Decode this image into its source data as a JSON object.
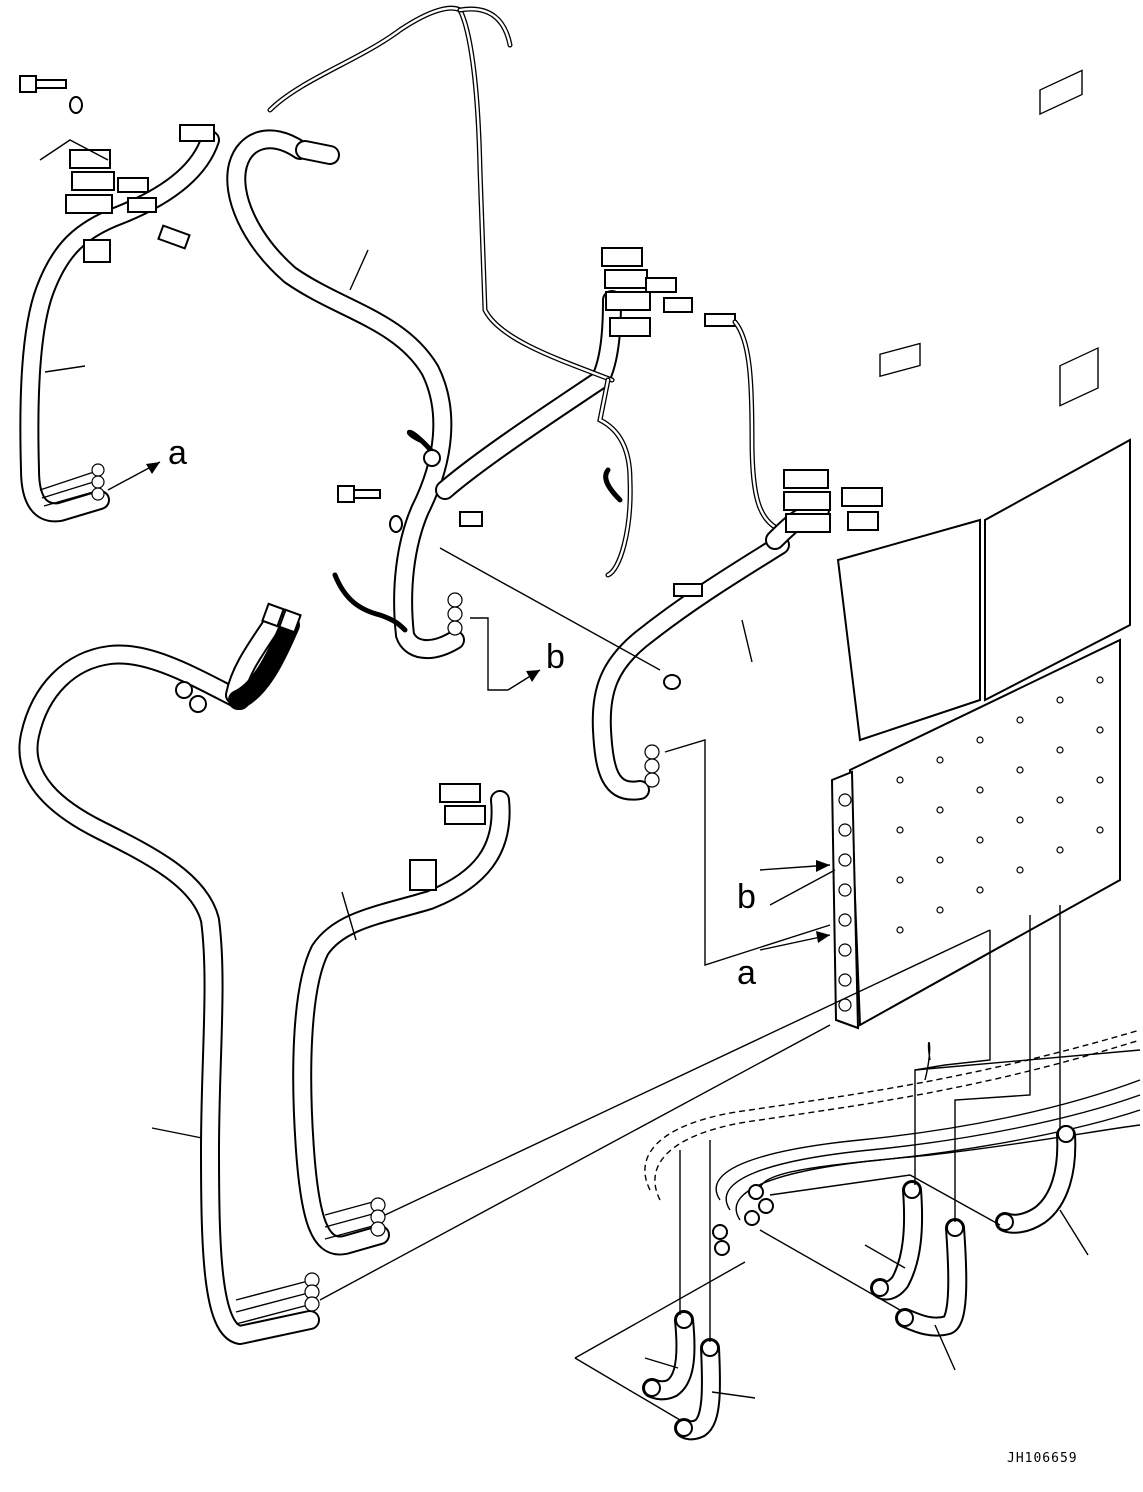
{
  "callouts": {
    "a_upper": "a",
    "b_upper": "b",
    "b_lower": "b",
    "a_lower": "a"
  },
  "document_code": "JH106659",
  "colors": {
    "line": "#000000",
    "background": "#ffffff"
  }
}
